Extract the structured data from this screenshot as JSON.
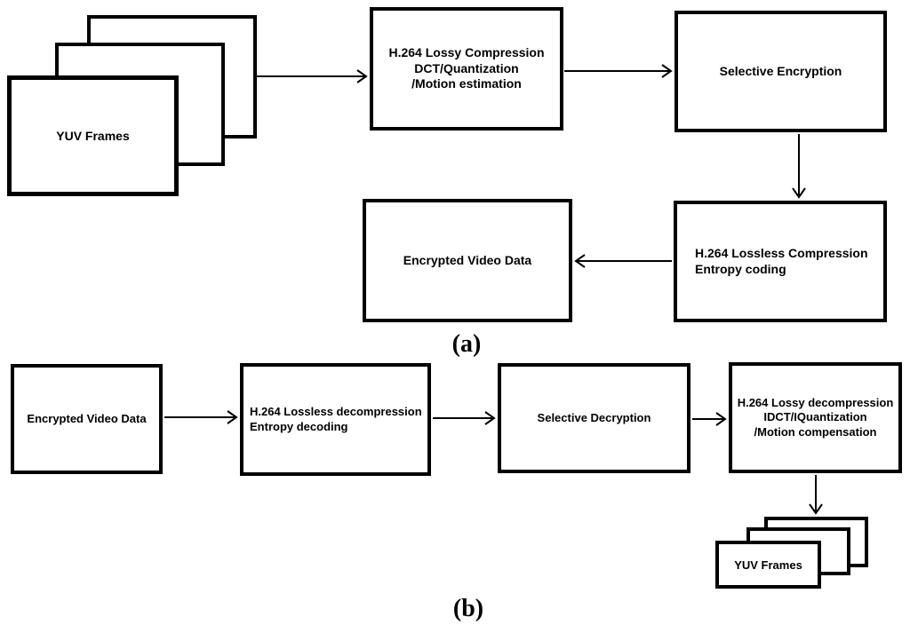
{
  "figure": {
    "part_a": {
      "caption": "(a)",
      "nodes": {
        "yuv_frames": "YUV Frames",
        "lossy_compression": [
          "H.264 Lossy Compression",
          "DCT/Quantization",
          "/Motion estimation"
        ],
        "selective_encryption": "Selective Encryption",
        "lossless_compression": [
          "H.264 Lossless Compression",
          "Entropy coding"
        ],
        "encrypted_video_data": "Encrypted Video Data"
      },
      "arrows": [
        {
          "from": "yuv_frames",
          "to": "lossy_compression"
        },
        {
          "from": "lossy_compression",
          "to": "selective_encryption"
        },
        {
          "from": "selective_encryption",
          "to": "lossless_compression"
        },
        {
          "from": "lossless_compression",
          "to": "encrypted_video_data"
        }
      ]
    },
    "part_b": {
      "caption": "(b)",
      "nodes": {
        "encrypted_video_data": "Encrypted Video Data",
        "lossless_decompression": [
          "H.264 Lossless decompression",
          "Entropy decoding"
        ],
        "selective_decryption": "Selective Decryption",
        "lossy_decompression": [
          "H.264 Lossy decompression",
          "IDCT/IQuantization",
          "/Motion compensation"
        ],
        "yuv_frames": "YUV Frames"
      },
      "arrows": [
        {
          "from": "encrypted_video_data",
          "to": "lossless_decompression"
        },
        {
          "from": "lossless_decompression",
          "to": "selective_decryption"
        },
        {
          "from": "selective_decryption",
          "to": "lossy_decompression"
        },
        {
          "from": "lossy_decompression",
          "to": "yuv_frames"
        }
      ]
    },
    "colors": {
      "ink": "#000000",
      "background": "#ffffff"
    }
  }
}
